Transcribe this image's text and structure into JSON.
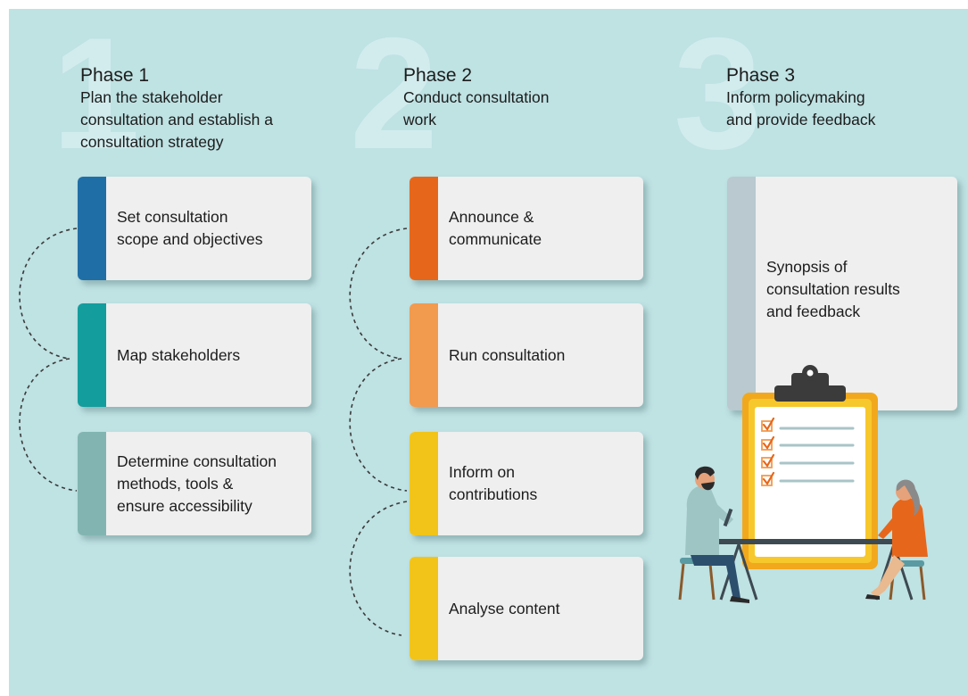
{
  "colors": {
    "background": "#bfe2e3",
    "big_number": "#d2ecee",
    "card": "#efefef",
    "blue": "#1f6fa6",
    "teal": "#139d9c",
    "grey_teal": "#82b5b2",
    "dark_orange": "#e6671b",
    "light_orange": "#f29a4e",
    "yellow": "#f2c419",
    "pale_grey": "#b9c9cf"
  },
  "phases": [
    {
      "number": "1",
      "title": "Phase 1",
      "description": [
        "Plan the stakeholder",
        "consultation and establish a",
        "consultation strategy"
      ],
      "steps": [
        {
          "lines": [
            "Set consultation",
            "scope and objectives"
          ],
          "color": "#1f6fa6"
        },
        {
          "lines": [
            "Map stakeholders"
          ],
          "color": "#139d9c"
        },
        {
          "lines": [
            "Determine consultation",
            "methods, tools &",
            "ensure accessibility"
          ],
          "color": "#82b5b2"
        }
      ]
    },
    {
      "number": "2",
      "title": "Phase 2",
      "description": [
        "Conduct consultation",
        "work"
      ],
      "steps": [
        {
          "lines": [
            "Announce &",
            "communicate"
          ],
          "color": "#e6671b"
        },
        {
          "lines": [
            "Run consultation"
          ],
          "color": "#f29a4e"
        },
        {
          "lines": [
            "Inform on",
            "contributions"
          ],
          "color": "#f2c419"
        },
        {
          "lines": [
            "Analyse content"
          ],
          "color": "#f2c419"
        }
      ]
    },
    {
      "number": "3",
      "title": "Phase 3",
      "description": [
        "Inform policymaking",
        "and provide feedback"
      ],
      "steps": [
        {
          "lines": [
            "Synopsis of",
            "consultation results",
            "and feedback"
          ],
          "color": "#b9c9cf"
        }
      ]
    }
  ]
}
